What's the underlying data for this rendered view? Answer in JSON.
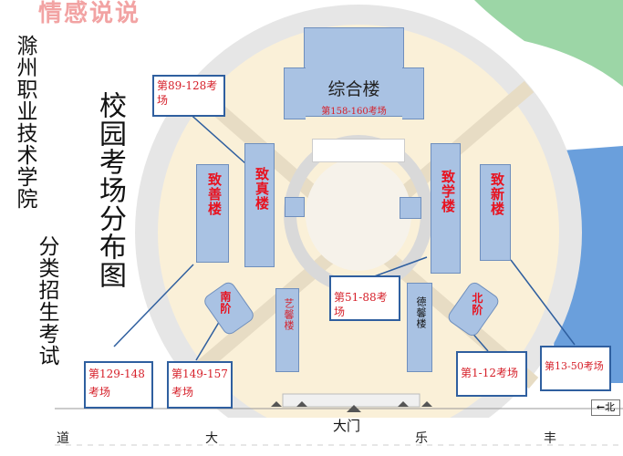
{
  "watermark": "情感说说",
  "side_title_col1": "滁州职业技术学院",
  "side_title_col2": "分类招生考试",
  "map_title": "校园考场分布图",
  "buildings": {
    "zonghe": {
      "name": "综合楼",
      "rooms": "第158-160考场"
    },
    "zhishan": {
      "name": "致善楼"
    },
    "zhizhen": {
      "name": "致真楼"
    },
    "zhixue": {
      "name": "致学楼"
    },
    "zhixin": {
      "name": "致新楼"
    },
    "nanjie": {
      "name": "南阶"
    },
    "beijie": {
      "name": "北阶"
    },
    "yixin": {
      "name": "艺馨楼"
    },
    "dexin": {
      "name": "德馨楼"
    }
  },
  "labels": {
    "l89": "第89-128考场",
    "l129": "第129-148考场",
    "l149": "第149-157考场",
    "l51": "第51-88考场",
    "l1": "第1-12考场",
    "l13": "第13-50考场"
  },
  "gate": "大门",
  "road": [
    "道",
    "大",
    "乐",
    "丰"
  ],
  "compass": "北",
  "colors": {
    "building": "#a9c2e3",
    "campus": "#faf0d8",
    "box_border": "#2f5f9f",
    "label_text": "#d6202a",
    "water": "#6a9fdc"
  }
}
